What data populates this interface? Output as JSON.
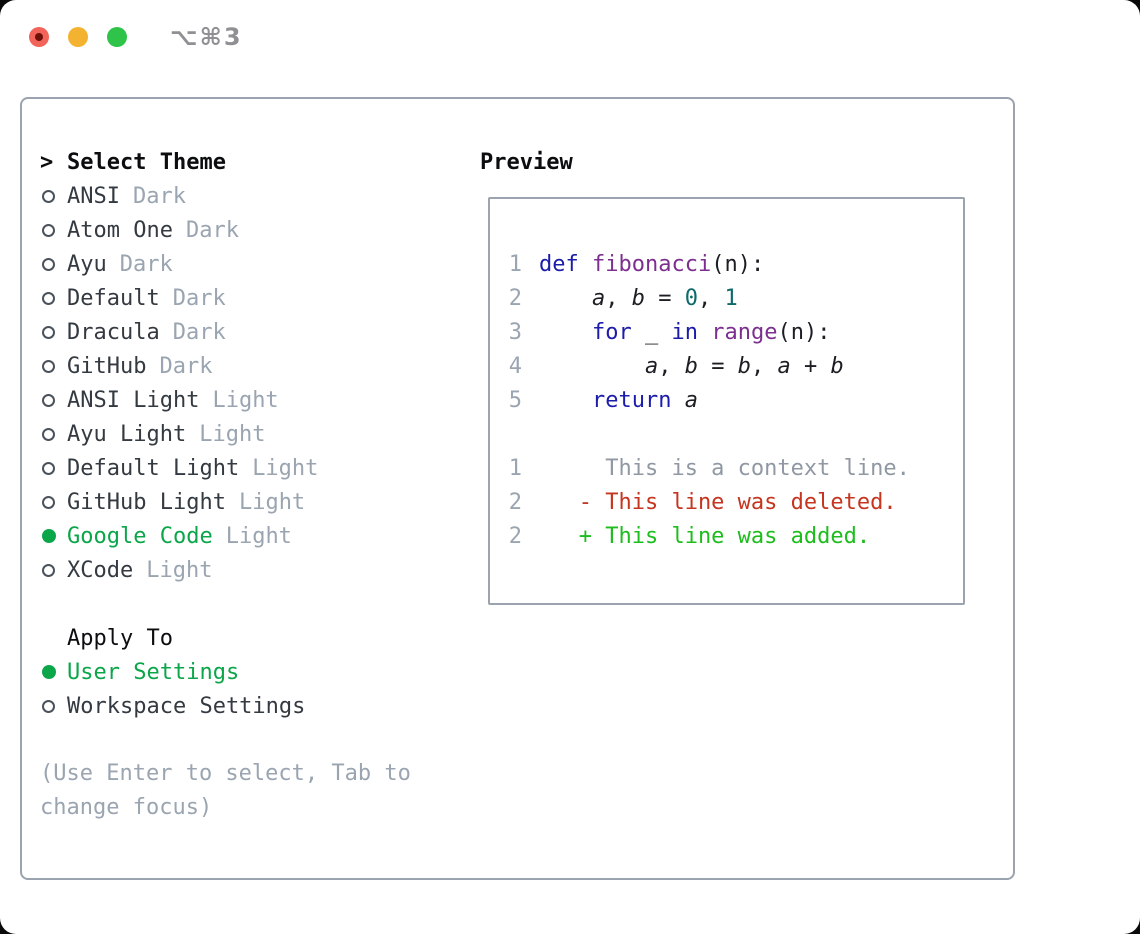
{
  "window": {
    "title": "⌥⌘3"
  },
  "theme_list": {
    "header": "Select Theme",
    "header_marker": ">",
    "items": [
      {
        "name": "ANSI",
        "variant": "Dark",
        "selected": false
      },
      {
        "name": "Atom One",
        "variant": "Dark",
        "selected": false
      },
      {
        "name": "Ayu",
        "variant": "Dark",
        "selected": false
      },
      {
        "name": "Default",
        "variant": "Dark",
        "selected": false
      },
      {
        "name": "Dracula",
        "variant": "Dark",
        "selected": false
      },
      {
        "name": "GitHub",
        "variant": "Dark",
        "selected": false
      },
      {
        "name": "ANSI Light",
        "variant": "Light",
        "selected": false
      },
      {
        "name": "Ayu Light",
        "variant": "Light",
        "selected": false
      },
      {
        "name": "Default Light",
        "variant": "Light",
        "selected": false
      },
      {
        "name": "GitHub Light",
        "variant": "Light",
        "selected": false
      },
      {
        "name": "Google Code",
        "variant": "Light",
        "selected": true
      },
      {
        "name": "XCode",
        "variant": "Light",
        "selected": false
      }
    ]
  },
  "apply_to": {
    "header": "Apply To",
    "items": [
      {
        "name": "User Settings",
        "selected": true
      },
      {
        "name": "Workspace Settings",
        "selected": false
      }
    ]
  },
  "help_text": "(Use Enter to select, Tab to change focus)",
  "preview": {
    "header": "Preview",
    "code_lines": [
      {
        "num": "1",
        "tokens": [
          {
            "text": "def ",
            "style": "kw"
          },
          {
            "text": "fibonacci",
            "style": "fn"
          },
          {
            "text": "(n):",
            "style": "plain"
          }
        ]
      },
      {
        "num": "2",
        "tokens": [
          {
            "text": "    ",
            "style": "plain"
          },
          {
            "text": "a",
            "style": "var"
          },
          {
            "text": ", ",
            "style": "plain"
          },
          {
            "text": "b",
            "style": "var"
          },
          {
            "text": " = ",
            "style": "plain"
          },
          {
            "text": "0",
            "style": "lit"
          },
          {
            "text": ", ",
            "style": "plain"
          },
          {
            "text": "1",
            "style": "lit"
          }
        ]
      },
      {
        "num": "3",
        "tokens": [
          {
            "text": "    ",
            "style": "plain"
          },
          {
            "text": "for",
            "style": "kw"
          },
          {
            "text": " _ ",
            "style": "plain"
          },
          {
            "text": "in",
            "style": "kw"
          },
          {
            "text": " ",
            "style": "plain"
          },
          {
            "text": "range",
            "style": "fn"
          },
          {
            "text": "(n):",
            "style": "plain"
          }
        ]
      },
      {
        "num": "4",
        "tokens": [
          {
            "text": "        ",
            "style": "plain"
          },
          {
            "text": "a",
            "style": "var"
          },
          {
            "text": ", ",
            "style": "plain"
          },
          {
            "text": "b",
            "style": "var"
          },
          {
            "text": " = ",
            "style": "plain"
          },
          {
            "text": "b",
            "style": "var"
          },
          {
            "text": ", ",
            "style": "plain"
          },
          {
            "text": "a",
            "style": "var"
          },
          {
            "text": " + ",
            "style": "plain"
          },
          {
            "text": "b",
            "style": "var"
          }
        ]
      },
      {
        "num": "5",
        "tokens": [
          {
            "text": "    ",
            "style": "plain"
          },
          {
            "text": "return",
            "style": "kw"
          },
          {
            "text": " ",
            "style": "plain"
          },
          {
            "text": "a",
            "style": "var"
          }
        ]
      }
    ],
    "diff_lines": [
      {
        "num": "1",
        "marker": " ",
        "text": "This is a context line.",
        "type": "context"
      },
      {
        "num": "2",
        "marker": "-",
        "text": "This line was deleted.",
        "type": "deleted"
      },
      {
        "num": "2",
        "marker": "+",
        "text": "This line was added.",
        "type": "added"
      }
    ]
  },
  "colors": {
    "accent-green": "#0ca64a",
    "traffic-red": "#f2635a",
    "traffic-red-dot": "#6e100a",
    "traffic-yellow": "#f3b230",
    "traffic-green": "#2fc449",
    "panel-border": "#9ba3ae",
    "muted": "#9aa5b1",
    "item-text": "#343a41",
    "heading-text": "#0b0d0f",
    "title-text": "#8e9094",
    "code-plain": "#1c1e24",
    "code-keyword": "#1c1caa",
    "code-function": "#7d2f8f",
    "code-literal": "#0d6a6a",
    "line-number": "#9aa5b1",
    "diff-context": "#8f98a3",
    "diff-deleted": "#c5351f",
    "diff-added": "#1dbd1d"
  }
}
